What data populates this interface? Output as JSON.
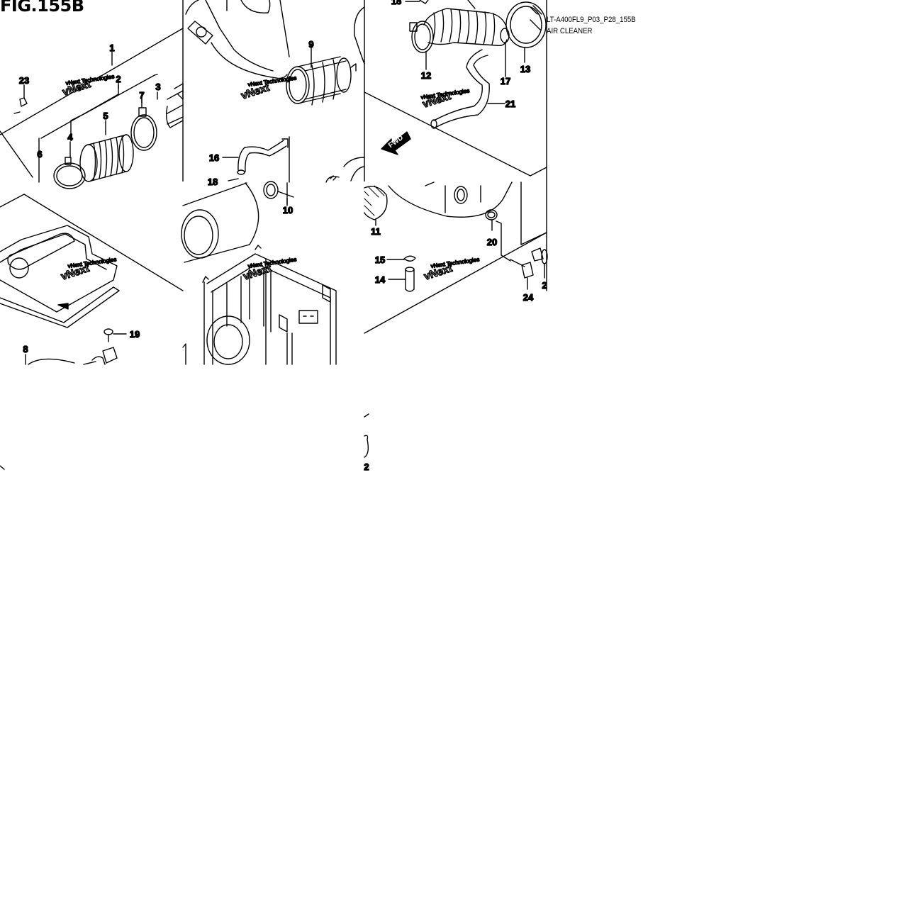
{
  "figure": {
    "title": "FIG.155B",
    "code": "LT-A400FL9_P03_P28_155B",
    "section": "AIR CLEANER",
    "fwd_label": "FWD",
    "watermark": "vNext Technologies"
  },
  "callouts": [
    "1",
    "2",
    "3",
    "4",
    "5",
    "6",
    "7",
    "8",
    "9",
    "10",
    "11",
    "12",
    "13",
    "14",
    "15",
    "16",
    "17",
    "18",
    "19",
    "20",
    "21",
    "23",
    "24",
    "2"
  ]
}
